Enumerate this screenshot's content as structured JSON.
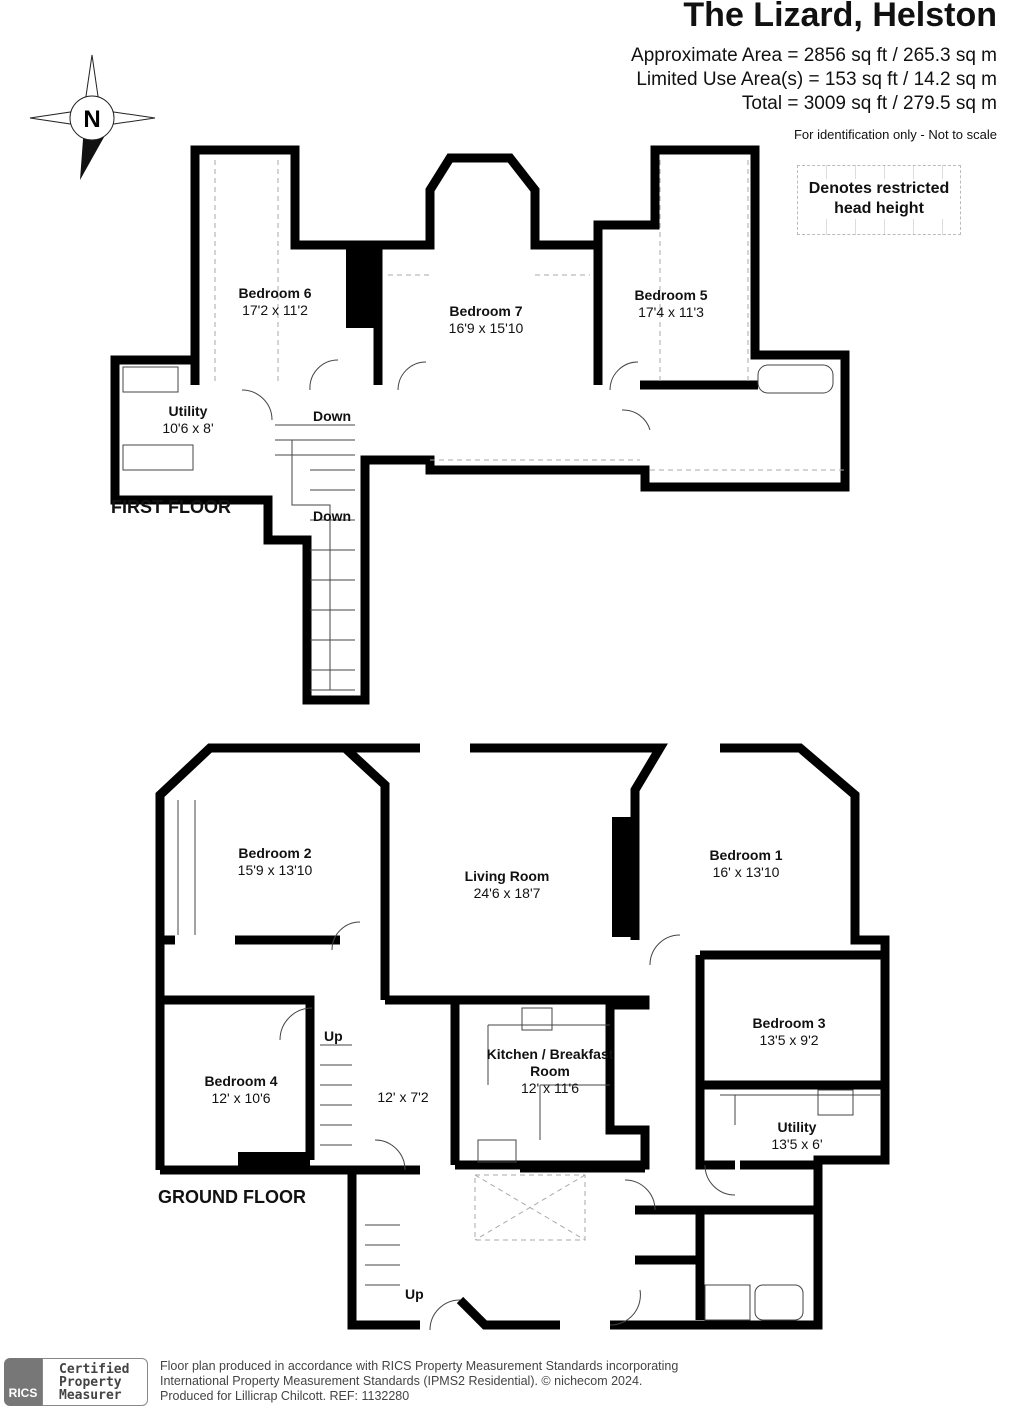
{
  "header": {
    "title": "The Lizard, Helston",
    "areas": [
      "Approximate Area = 2856 sq ft / 265.3 sq m",
      "Limited Use Area(s) = 153 sq ft / 14.2 sq m",
      "Total = 3009 sq ft / 279.5 sq m"
    ],
    "note": "For identification only - Not to scale"
  },
  "legend": {
    "label": "Denotes restricted head height"
  },
  "compass": {
    "label": "N",
    "icon": "compass-rose-icon"
  },
  "first_floor": {
    "label": "FIRST FLOOR",
    "rooms": [
      {
        "name": "Bedroom 6",
        "size": "17'2 x 11'2"
      },
      {
        "name": "Bedroom 7",
        "size": "16'9 x 15'10"
      },
      {
        "name": "Bedroom 5",
        "size": "17'4 x 11'3"
      },
      {
        "name": "Utility",
        "size": "10'6 x 8'"
      }
    ],
    "stairs": [
      "Down",
      "Down"
    ]
  },
  "ground_floor": {
    "label": "GROUND FLOOR",
    "rooms": [
      {
        "name": "Bedroom 2",
        "size": "15'9 x 13'10"
      },
      {
        "name": "Living Room",
        "size": "24'6 x 18'7"
      },
      {
        "name": "Bedroom 1",
        "size": "16' x 13'10"
      },
      {
        "name": "Bedroom 3",
        "size": "13'5 x 9'2"
      },
      {
        "name": "Kitchen / Breakfast Room",
        "size": "12' x 11'6"
      },
      {
        "name": "Bedroom 4",
        "size": "12' x 10'6"
      },
      {
        "name": "",
        "size": "12' x 7'2"
      },
      {
        "name": "Utility",
        "size": "13'5 x 6'"
      }
    ],
    "stairs": [
      "Up",
      "Up"
    ]
  },
  "footer": {
    "badge_logo": "RICS",
    "badge_text": "Certified Property Measurer",
    "lines": [
      "Floor plan produced in accordance with RICS Property Measurement Standards incorporating",
      "International Property Measurement Standards (IPMS2 Residential).   © nichecom 2024.",
      "Produced for Lillicrap Chilcott.   REF: 1132280"
    ]
  }
}
